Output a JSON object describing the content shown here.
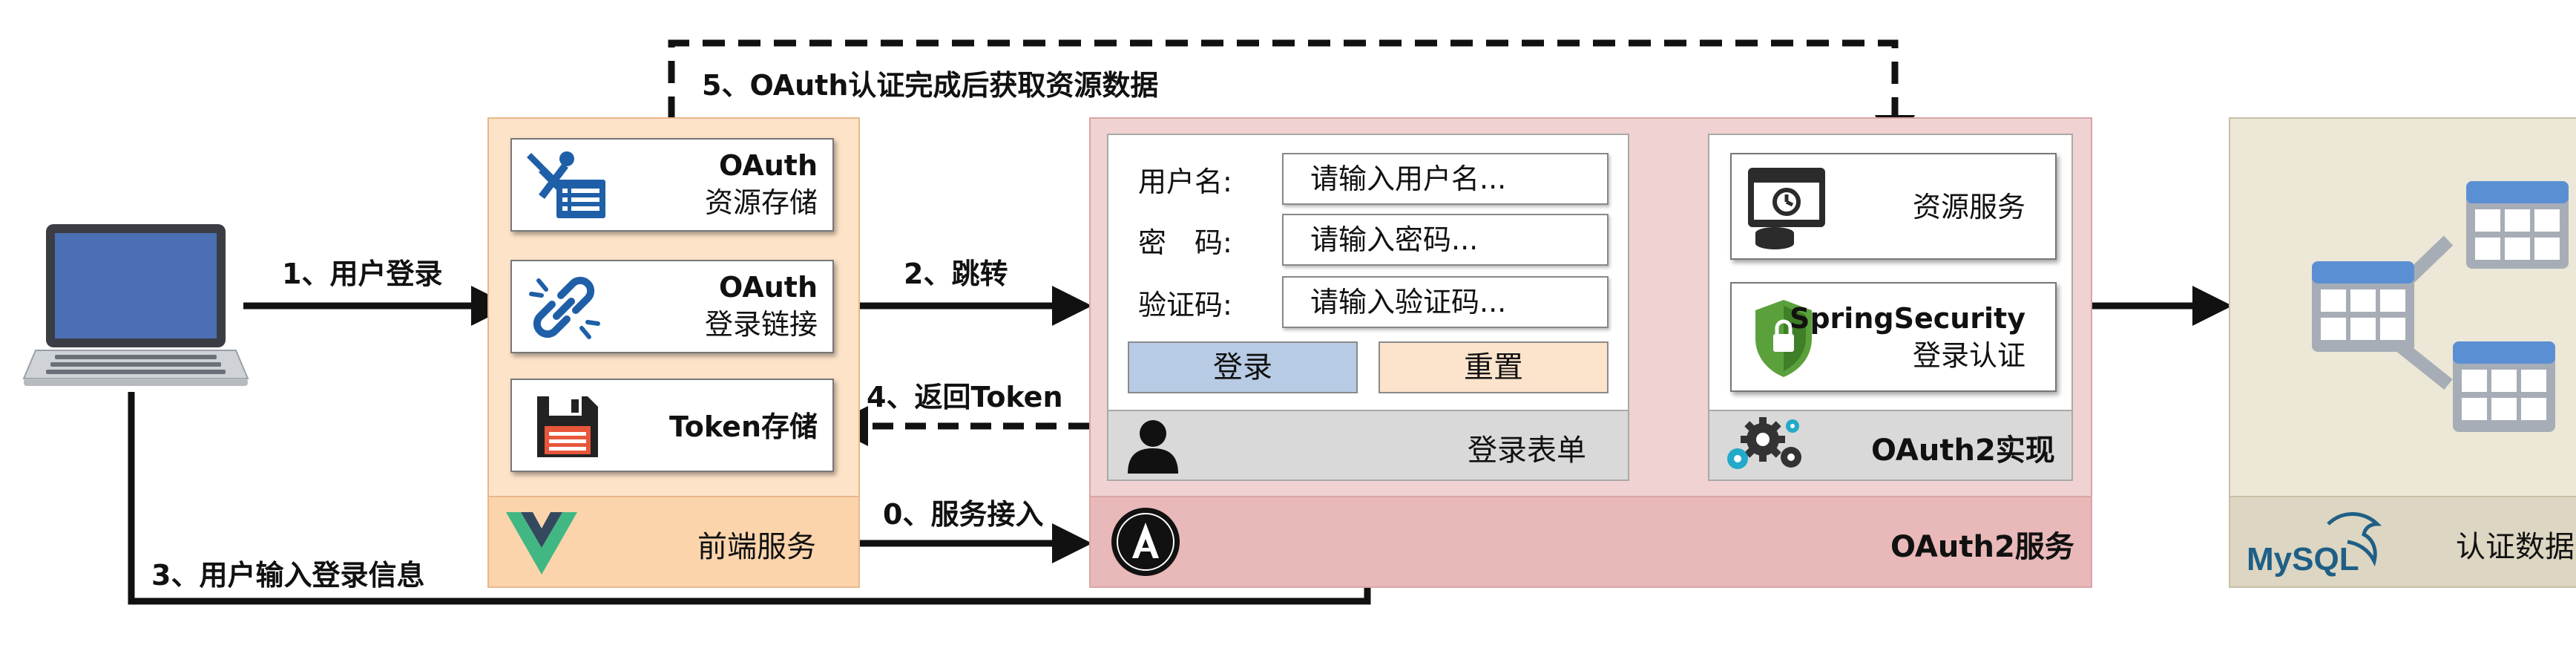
{
  "frontend": {
    "cards": [
      {
        "line1": "OAuth",
        "line2": "资源存储"
      },
      {
        "line1": "OAuth",
        "line2": "登录链接"
      },
      {
        "line1": "Token存储"
      }
    ],
    "band_label": "前端服务"
  },
  "oauth2": {
    "band_label": "OAuth2服务",
    "login_form": {
      "username_label": "用户名:",
      "password_label": "密　码:",
      "captcha_label": "验证码:",
      "username_placeholder": "请输入用户名...",
      "password_placeholder": "请输入密码...",
      "captcha_placeholder": "请输入验证码...",
      "login_button": "登录",
      "reset_button": "重置",
      "band_label": "登录表单"
    },
    "implementation": {
      "resource_service": "资源服务",
      "security_line1": "SpringSecurity",
      "security_line2": "登录认证",
      "band_label": "OAuth2实现"
    }
  },
  "database": {
    "band_label": "认证数据",
    "logo_text": "MySQL"
  },
  "arrows": {
    "step0": "0、服务接入",
    "step1": "1、用户登录",
    "step2": "2、跳转",
    "step3": "3、用户输入登录信息",
    "step4": "4、返回Token",
    "step5": "5、OAuth认证完成后获取资源数据"
  },
  "colors": {
    "laptop_screen": "#4a6fb5",
    "icon_blue": "#1f5fa8",
    "vue_green": "#41b883",
    "vue_dark": "#35495e",
    "login_button": "#b8cbe4",
    "reset_button": "#fbe3cc",
    "table_blue": "#5b8fd4",
    "table_grey": "#a7adb6"
  }
}
